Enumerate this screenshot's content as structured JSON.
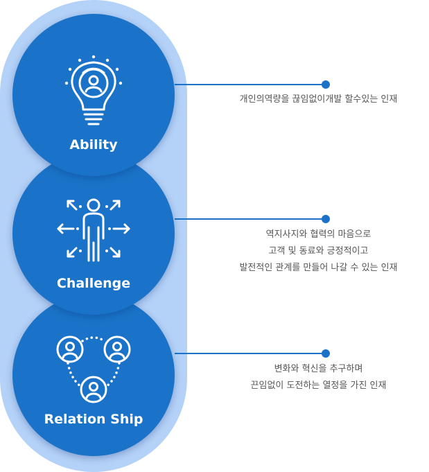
{
  "items": [
    {
      "title": "Ability",
      "lines": [
        "개인의역량을 끊임없이개발 할수있는 인재"
      ]
    },
    {
      "title": "Challenge",
      "lines": [
        "역지사지와 협력의 마음으로",
        "고객 및 동료와 긍정적이고",
        "발전적인 관계를 만들어 나갈 수 있는 인재"
      ]
    },
    {
      "title": "Relation Ship",
      "lines": [
        "변화와 혁신을 추구하며",
        "끈임없이 도전하는 열정을 가진 인재"
      ]
    }
  ],
  "colors": {
    "circle": "#1a73c8",
    "pill": "#b4d1f7",
    "text": "#555555"
  },
  "icons": [
    "lightbulb-person-icon",
    "person-arrows-icon",
    "people-network-icon"
  ]
}
